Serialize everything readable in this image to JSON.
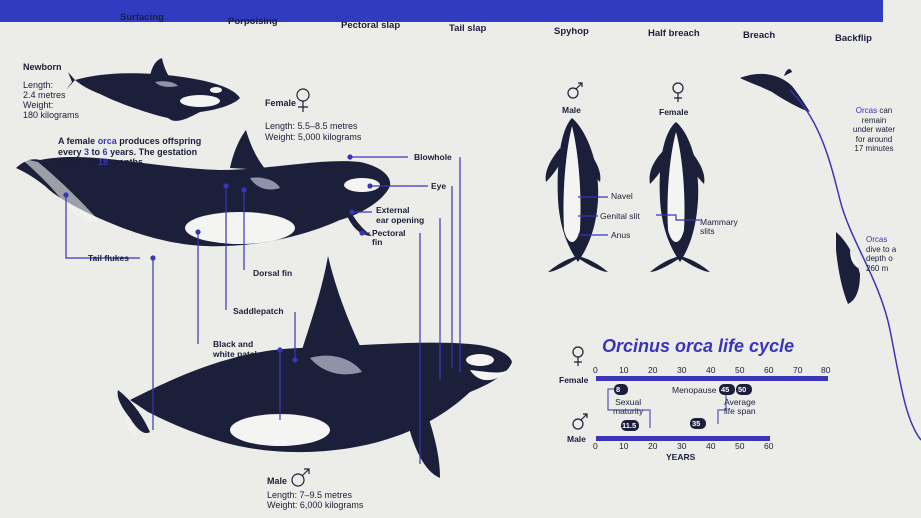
{
  "behaviours": [
    "Surfacing",
    "Porpoising",
    "Pectoral slap",
    "Tail slap",
    "Spyhop",
    "Half breach",
    "Breach",
    "Backflip"
  ],
  "newborn": {
    "title": "Newborn",
    "length_label": "Length:",
    "length": "2.4 metres",
    "weight_label": "Weight:",
    "weight": "180 kilograms"
  },
  "female": {
    "title": "Female",
    "length": "Length: 5.5–8.5 metres",
    "weight": "Weight: 5,000 kilograms"
  },
  "male": {
    "title": "Male",
    "length": "Length: 7–9.5 metres",
    "weight": "Weight: 6,000 kilograms"
  },
  "offspring": {
    "p1": "A female ",
    "orca": "orca",
    "p2": " produces offspring",
    "p3": "every ",
    "n1": "3",
    "p4": " to ",
    "n2": "6",
    "p5": " years. The gestation",
    "p6": "period is ",
    "n3": "18",
    "p7": " months."
  },
  "anatomy": {
    "blowhole": "Blowhole",
    "eye": "Eye",
    "ear": "External\near opening",
    "pectoral": "Pectoral\nfin",
    "tail": "Tail flukes",
    "dorsal": "Dorsal fin",
    "saddle": "Saddlepatch",
    "patches": "Black and\nwhite patches"
  },
  "underside": {
    "male": "Male",
    "female": "Female",
    "navel": "Navel",
    "genital": "Genital slit",
    "anus": "Anus",
    "mammary": "Mammary\nslits"
  },
  "dive": {
    "remain_orca": "Orcas",
    "remain": "can\nremain\nunder water\nfor around\n17 minutes",
    "dive_orca": "Orcas",
    "dive": "dive to a\ndepth o\n260 m"
  },
  "lifecycle": {
    "title": "Orcinus orca life cycle",
    "female": "Female",
    "male": "Male",
    "ticks": [
      "0",
      "10",
      "20",
      "30",
      "40",
      "50",
      "60",
      "70",
      "80"
    ],
    "male_ticks": [
      "0",
      "10",
      "20",
      "30",
      "40",
      "50",
      "60"
    ],
    "years": "YEARS",
    "sexual_maturity": "Sexual\nmaturity",
    "menopause": "Menopause",
    "average": "Average\nlife span",
    "markers": {
      "f_maturity": "8",
      "f_meno_a": "45",
      "f_meno_b": "50",
      "m_maturity": "11.5",
      "m_life": "35"
    }
  },
  "colors": {
    "band": "#2f3cc2",
    "ink": "#1b1f3a",
    "accent": "#3b35b8",
    "background": "#ecece9"
  }
}
